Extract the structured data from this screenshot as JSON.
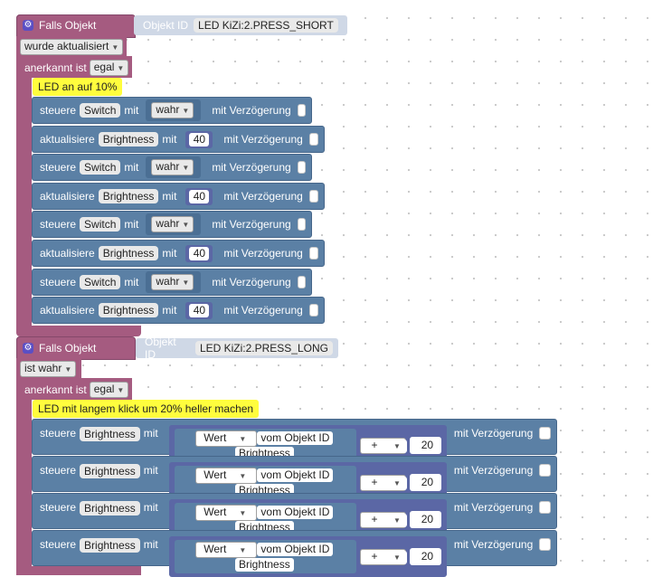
{
  "block1": {
    "title": "Falls Objekt",
    "objekt_id_label": "Objekt ID",
    "objekt_id_value": "LED KiZi:2.PRESS_SHORT",
    "trigger_dropdown": "wurde aktualisiert",
    "anerkannt_label": "anerkannt ist",
    "anerkannt_value": "egal",
    "comment": "LED an auf 10%",
    "statements": [
      {
        "verb": "steuere",
        "target": "Switch",
        "mit": "mit",
        "value": "wahr",
        "kind": "bool",
        "delay": "mit Verzögerung"
      },
      {
        "verb": "aktualisiere",
        "target": "Brightness",
        "mit": "mit",
        "value": "40",
        "kind": "num",
        "delay": "mit Verzögerung"
      },
      {
        "verb": "steuere",
        "target": "Switch",
        "mit": "mit",
        "value": "wahr",
        "kind": "bool",
        "delay": "mit Verzögerung"
      },
      {
        "verb": "aktualisiere",
        "target": "Brightness",
        "mit": "mit",
        "value": "40",
        "kind": "num",
        "delay": "mit Verzögerung"
      },
      {
        "verb": "steuere",
        "target": "Switch",
        "mit": "mit",
        "value": "wahr",
        "kind": "bool",
        "delay": "mit Verzögerung"
      },
      {
        "verb": "aktualisiere",
        "target": "Brightness",
        "mit": "mit",
        "value": "40",
        "kind": "num",
        "delay": "mit Verzögerung"
      },
      {
        "verb": "steuere",
        "target": "Switch",
        "mit": "mit",
        "value": "wahr",
        "kind": "bool",
        "delay": "mit Verzögerung"
      },
      {
        "verb": "aktualisiere",
        "target": "Brightness",
        "mit": "mit",
        "value": "40",
        "kind": "num",
        "delay": "mit Verzögerung"
      }
    ]
  },
  "block2": {
    "title": "Falls Objekt",
    "objekt_id_label": "Objekt ID",
    "objekt_id_value": "LED KiZi:2.PRESS_LONG",
    "trigger_dropdown": "ist wahr",
    "anerkannt_label": "anerkannt ist",
    "anerkannt_value": "egal",
    "comment": "LED mit langem klick um 20% heller machen",
    "statements": [
      {
        "verb": "steuere",
        "target": "Brightness",
        "mit": "mit",
        "wert": "Wert",
        "vom": "vom Objekt ID",
        "obj": "Brightness",
        "op": "+",
        "value": "20",
        "delay": "mit Verzögerung"
      },
      {
        "verb": "steuere",
        "target": "Brightness",
        "mit": "mit",
        "wert": "Wert",
        "vom": "vom Objekt ID",
        "obj": "Brightness",
        "op": "+",
        "value": "20",
        "delay": "mit Verzögerung"
      },
      {
        "verb": "steuere",
        "target": "Brightness",
        "mit": "mit",
        "wert": "Wert",
        "vom": "vom Objekt ID",
        "obj": "Brightness",
        "op": "+",
        "value": "20",
        "delay": "mit Verzögerung"
      },
      {
        "verb": "steuere",
        "target": "Brightness",
        "mit": "mit",
        "wert": "Wert",
        "vom": "vom Objekt ID",
        "obj": "Brightness",
        "op": "+",
        "value": "20",
        "delay": "mit Verzögerung"
      }
    ]
  },
  "colors": {
    "event_block": "#a55b80",
    "action_block": "#5b80a5",
    "number_block": "#5b67a5",
    "comment": "#fffd3d"
  },
  "icons": {
    "event_icon": "gear-icon",
    "dropdown_icon": "chevron-down-icon",
    "delay_checkbox": "checkbox-icon"
  }
}
